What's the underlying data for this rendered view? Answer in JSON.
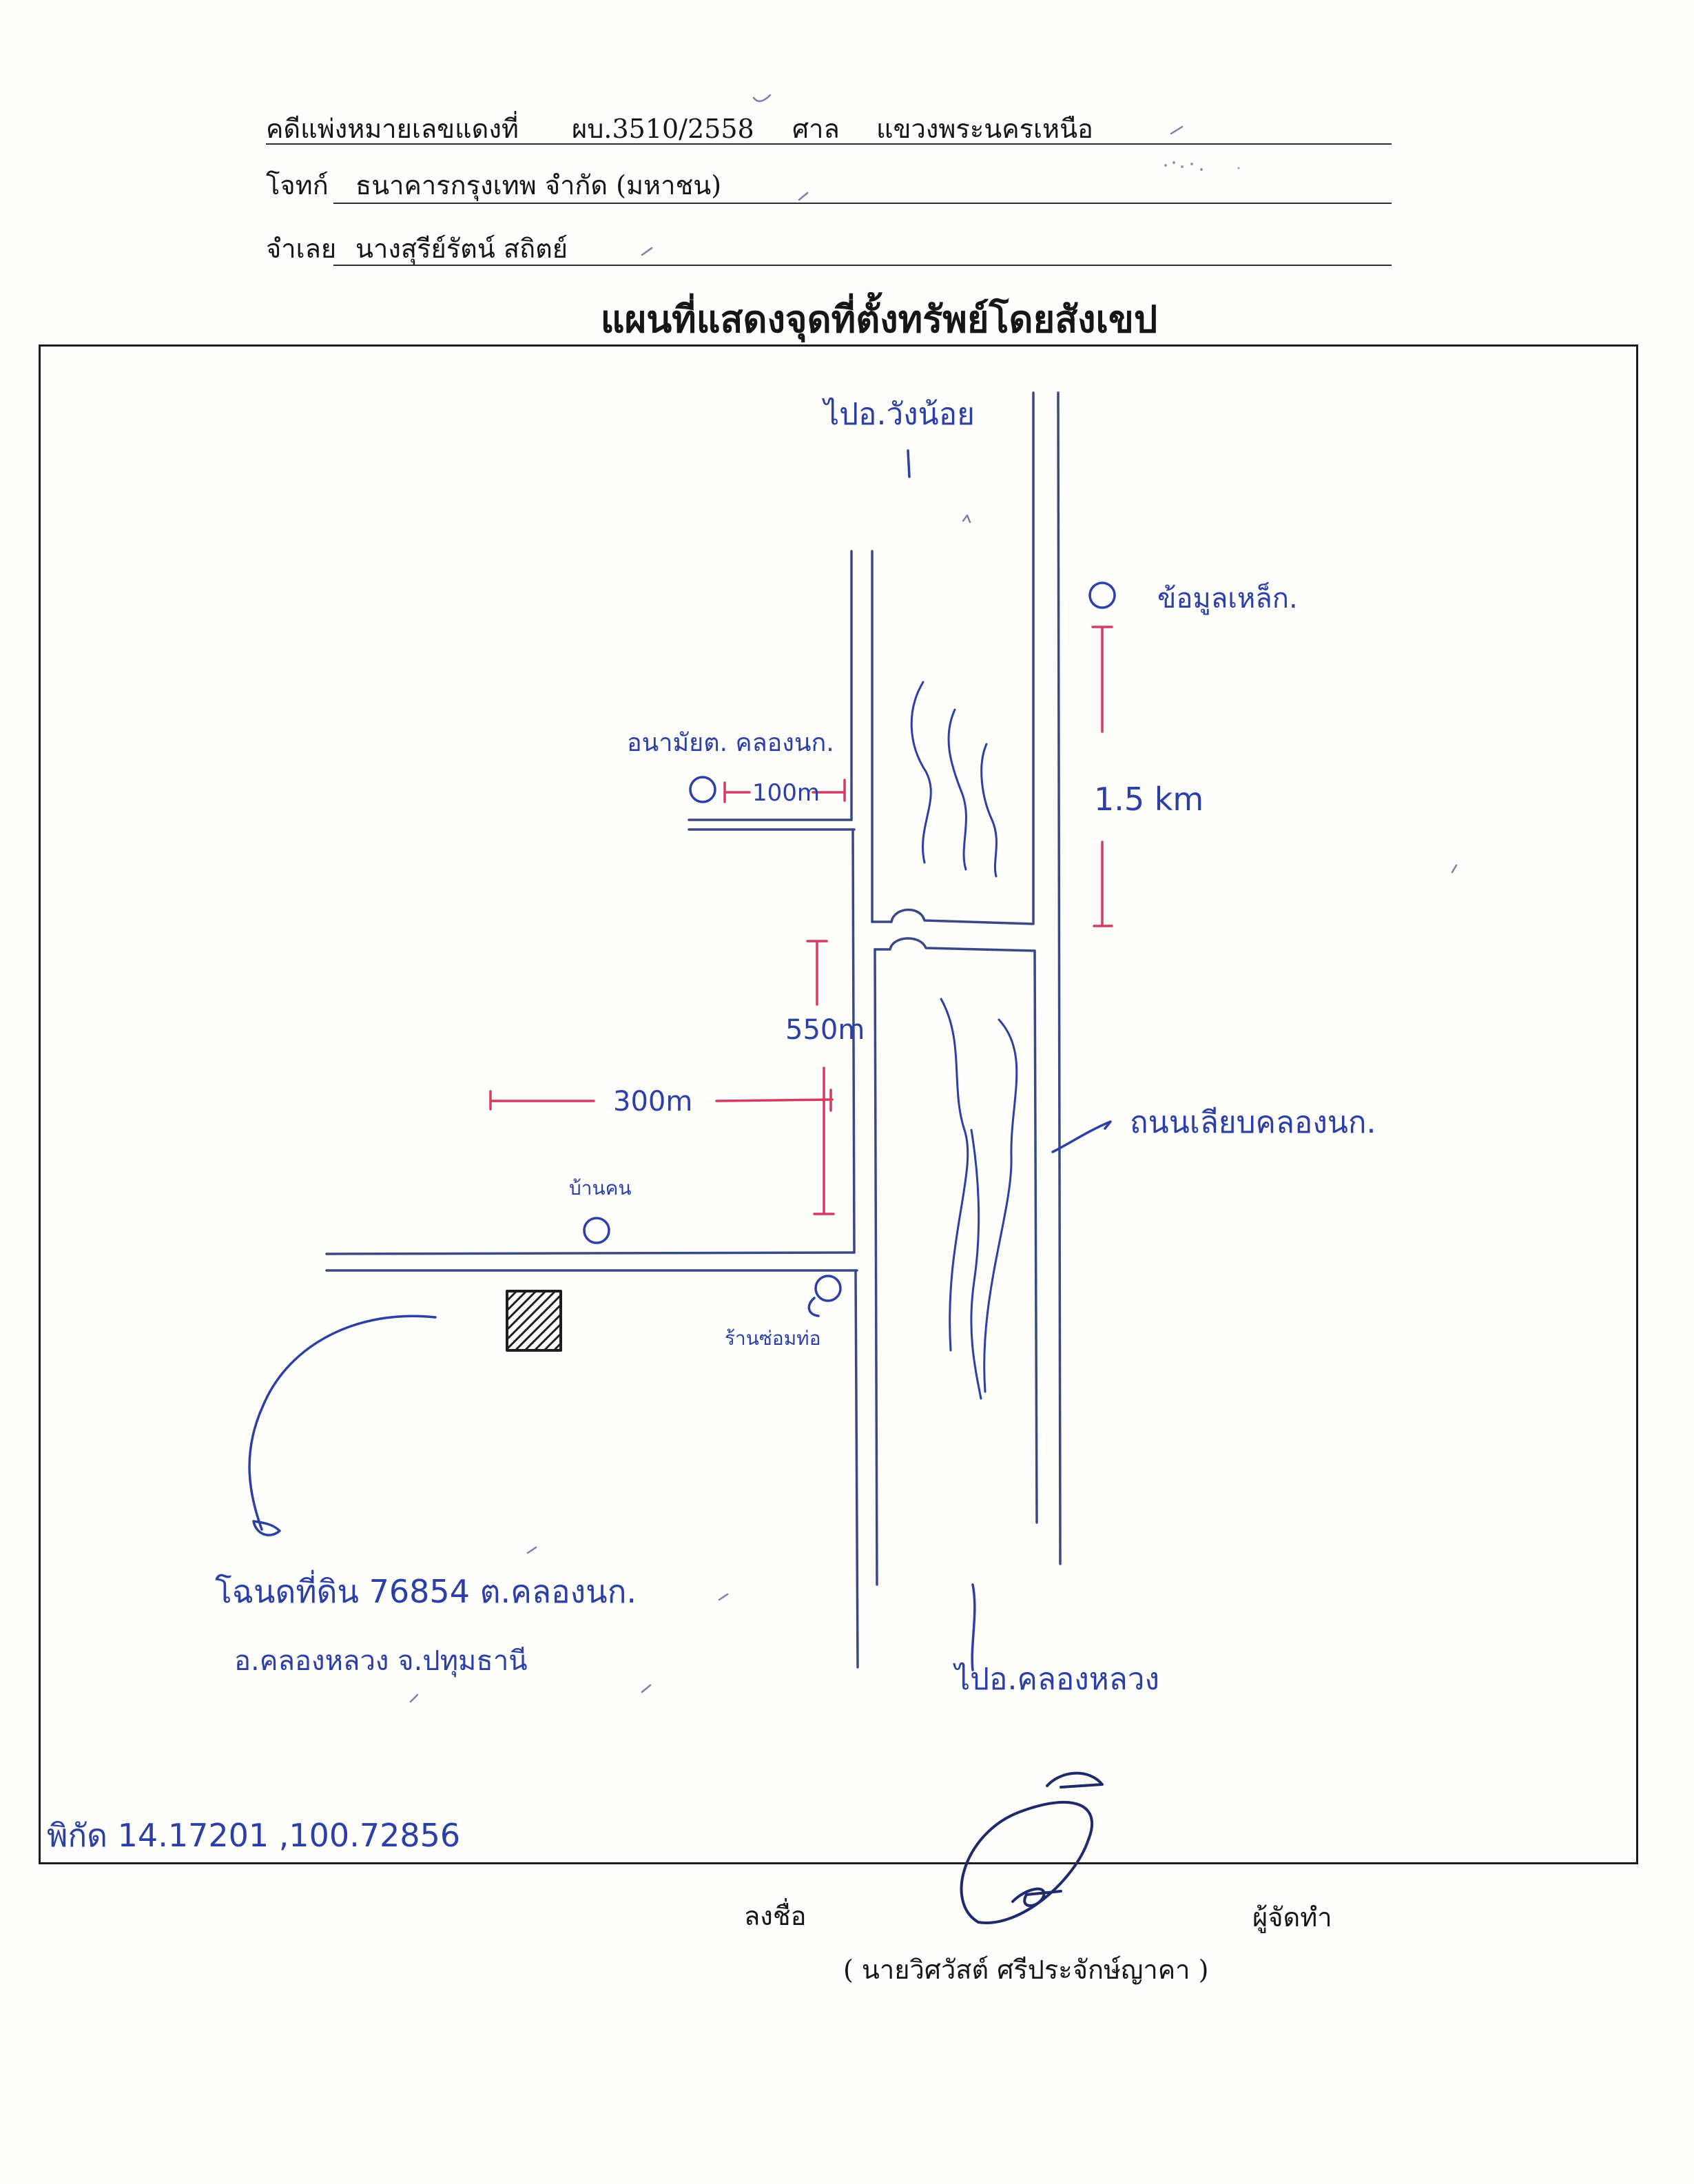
{
  "case_header": {
    "case_label": "คดีแพ่งหมายเลขแดงที่",
    "case_number": "ผบ.3510/2558",
    "court_label": "ศาล",
    "court_name": "แขวงพระนครเหนือ",
    "plaintiff_label": "โจทก์",
    "plaintiff_name": "ธนาคารกรุงเทพ จำกัด (มหาชน)",
    "defendant_label": "จำเลย",
    "defendant_name": "นางสุรีย์รัตน์ สถิตย์"
  },
  "map_title": "แผนที่แสดงจุดที่ตั้งทรัพย์โดยสังเขป",
  "map": {
    "to_north": "ไปอ.วังน้อย",
    "to_south": "ไปอ.คลองหลวง",
    "landmark_steel": "ข้อมูลเหล็ก.",
    "health_center": "อนามัยต. คลองนก.",
    "health_center_distance": "100m",
    "distance_1": "1.5 km",
    "distance_2": "550m",
    "distance_3": "300m",
    "road_name": "ถนนเลียบคลองนก.",
    "house": "บ้านคน",
    "pipe_shop": "ร้านซ่อมท่อ",
    "deed_line_1": "โฉนดที่ดิน 76854 ต.คลองนก.",
    "deed_line_2": "อ.คลองหลวง จ.ปทุมธานี",
    "coordinates": "พิกัด 14.17201 ,100.72856"
  },
  "signature": {
    "sign_label": "ลงชื่อ",
    "role": "ผู้จัดทำ",
    "name": "( นายวิศวัสต์ ศรีประจักษ์ญาคา )"
  },
  "colors": {
    "print_ink": "#161616",
    "blue_pen": "#2c3fa6",
    "red_pen": "#d63b5e",
    "map_lines": "#3b4886"
  }
}
